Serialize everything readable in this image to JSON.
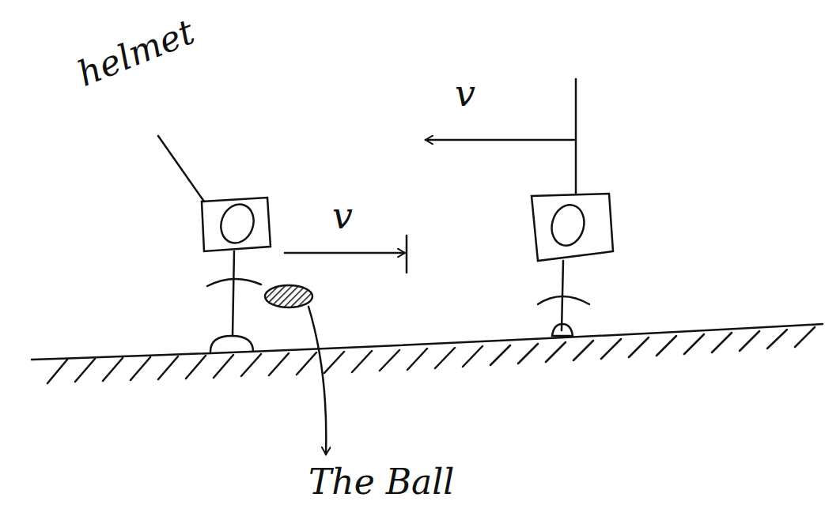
{
  "diagram": {
    "labels": [
      "helmet",
      "v",
      "v",
      "The Ball"
    ]
  }
}
